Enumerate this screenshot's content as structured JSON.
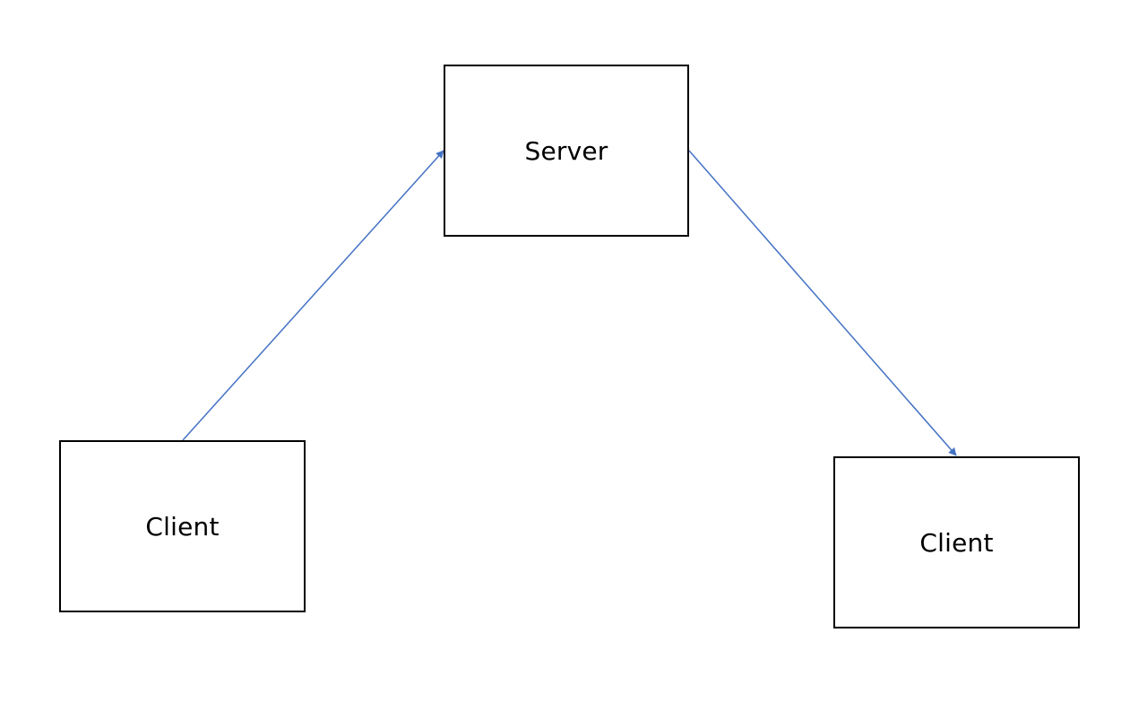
{
  "diagram": {
    "nodes": {
      "server": {
        "label": "Server"
      },
      "client_left": {
        "label": "Client"
      },
      "client_right": {
        "label": "Client"
      }
    },
    "edges": [
      {
        "from": "client_left",
        "to": "server"
      },
      {
        "from": "server",
        "to": "client_right"
      }
    ],
    "colors": {
      "edge": "#4472C4",
      "border": "#000000",
      "text": "#000000"
    }
  }
}
